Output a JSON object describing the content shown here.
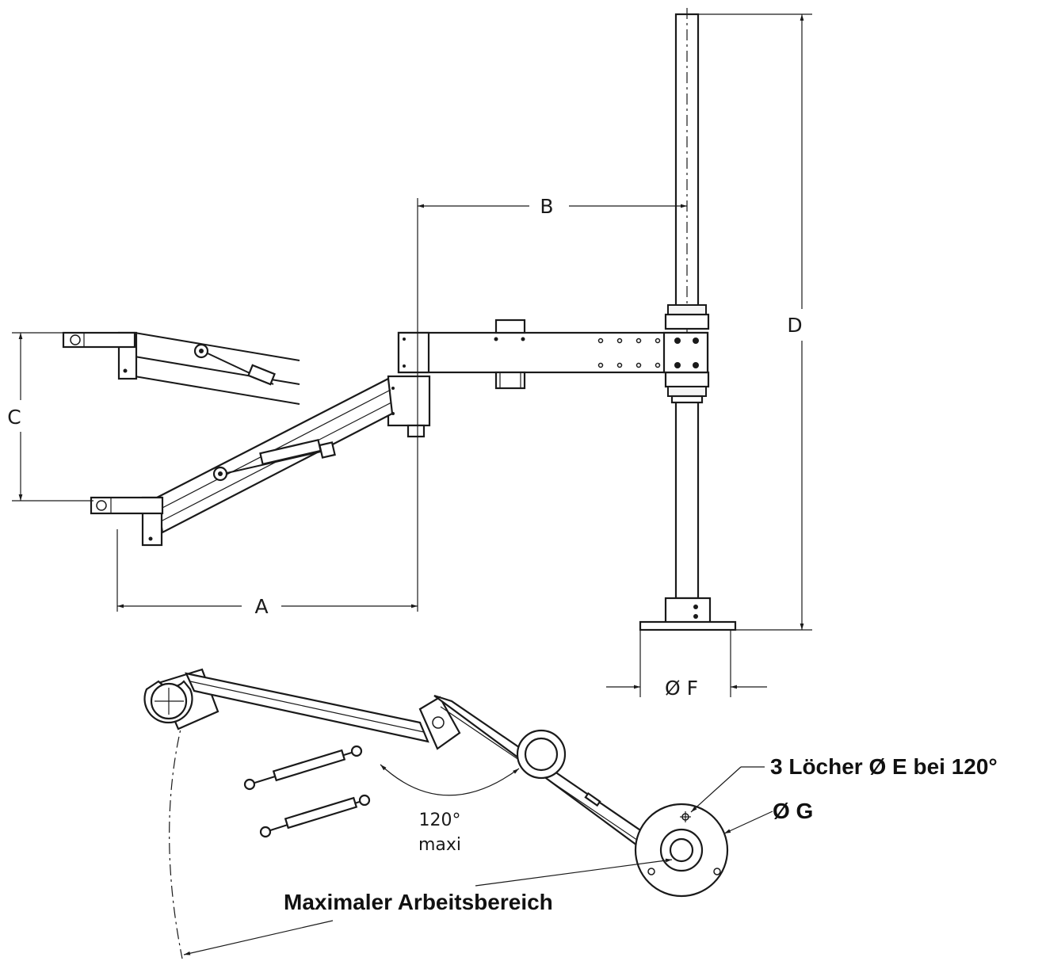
{
  "labels": {
    "dim_a": "A",
    "dim_b": "B",
    "dim_c": "C",
    "dim_d": "D",
    "dim_f": "Ø F",
    "angle_value": "120°",
    "angle_note": "maxi",
    "holes_note": "3 Löcher Ø E bei 120°",
    "dim_g": "Ø G",
    "work_area": "Maximaler Arbeitsbereich"
  },
  "colors": {
    "line": "#1a1a1a",
    "background": "#ffffff"
  }
}
